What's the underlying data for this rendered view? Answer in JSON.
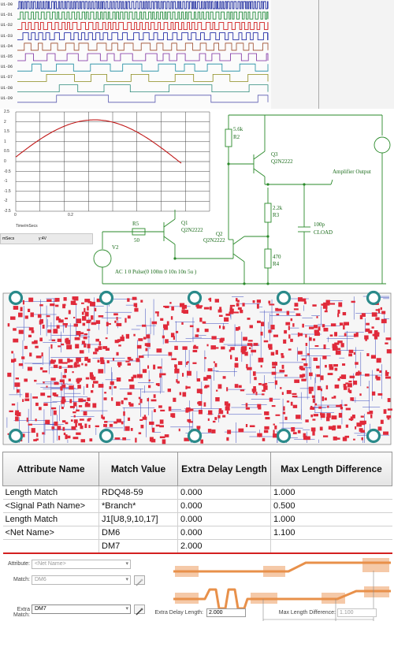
{
  "logic": {
    "signals": [
      "U1-D0",
      "U1-D1",
      "U1-D2",
      "U1-D3",
      "U1-D4",
      "U1-D5",
      "U1-D6",
      "U1-D7",
      "U1-D8",
      "U1-D9"
    ],
    "colors": [
      "#1c2a9e",
      "#1f8a3a",
      "#d22020",
      "#2730a8",
      "#9b4a2a",
      "#7a2aa0",
      "#1a8aa0",
      "#8a8a1a",
      "#2c8a7a",
      "#5a5ab0"
    ]
  },
  "wave": {
    "yticks": [
      "2.5",
      "2",
      "1.5",
      "1",
      "0.5",
      "0",
      "-0.5",
      "-1",
      "-1.5",
      "-2",
      "-2.5"
    ],
    "xticks": [
      "0",
      "0.2"
    ],
    "xlabel": "Time/mSecs",
    "status_left": "mSecs",
    "status_right": "y:4V",
    "curve_color": "#c01818"
  },
  "schematic": {
    "r2_value": "5.6k",
    "r2_name": "R2",
    "q3_name": "Q3",
    "q3_part": "Q2N2222",
    "amp_label": "Amplifier Output",
    "r3_value": "2.2k",
    "r3_name": "R3",
    "cload_value": "100p",
    "cload_name": "CLOAD",
    "r4_value": "470",
    "r4_name": "R4",
    "r5_name": "R5",
    "r5_value": "50",
    "q1_name": "Q1",
    "q1_part": "Q2N2222",
    "q2_name": "Q2",
    "q2_part": "Q2N2222",
    "v2_name": "V2",
    "source_spec": "AC 1 0 Pulse(0 100m 0 10n 10n 5u )"
  },
  "table": {
    "headers": [
      "Attribute Name",
      "Match Value",
      "Extra Delay Length",
      "Max Length Difference"
    ],
    "rows": [
      [
        "Length Match",
        "RDQ48-59",
        "0.000",
        "1.000"
      ],
      [
        "<Signal Path Name>",
        "*Branch*",
        "0.000",
        "0.500"
      ],
      [
        "Length Match",
        "J1[U8,9,10,17]",
        "0.000",
        "1.000"
      ],
      [
        "<Net Name>",
        "DM6",
        "0.000",
        "1.100"
      ],
      [
        "",
        "DM7",
        "2.000",
        ""
      ]
    ]
  },
  "form": {
    "attribute_label": "Attribute:",
    "attribute_value": "<Net Name>",
    "match_label": "Match:",
    "match_value": "DM6",
    "extra_match_label": "Extra Match:",
    "extra_match_value": "DM7",
    "extra_delay_label": "Extra Delay Length:",
    "extra_delay_value": "2.000",
    "max_diff_label": "Max Length Difference:",
    "max_diff_value": "1.100"
  },
  "colors": {
    "pcb_pad": "#e02a3a",
    "pcb_trace": "#3a4abf",
    "pcb_hole": "#2a8a8a",
    "trace_orange": "#e8904a",
    "trace_highlight": "#f5c9a8"
  }
}
